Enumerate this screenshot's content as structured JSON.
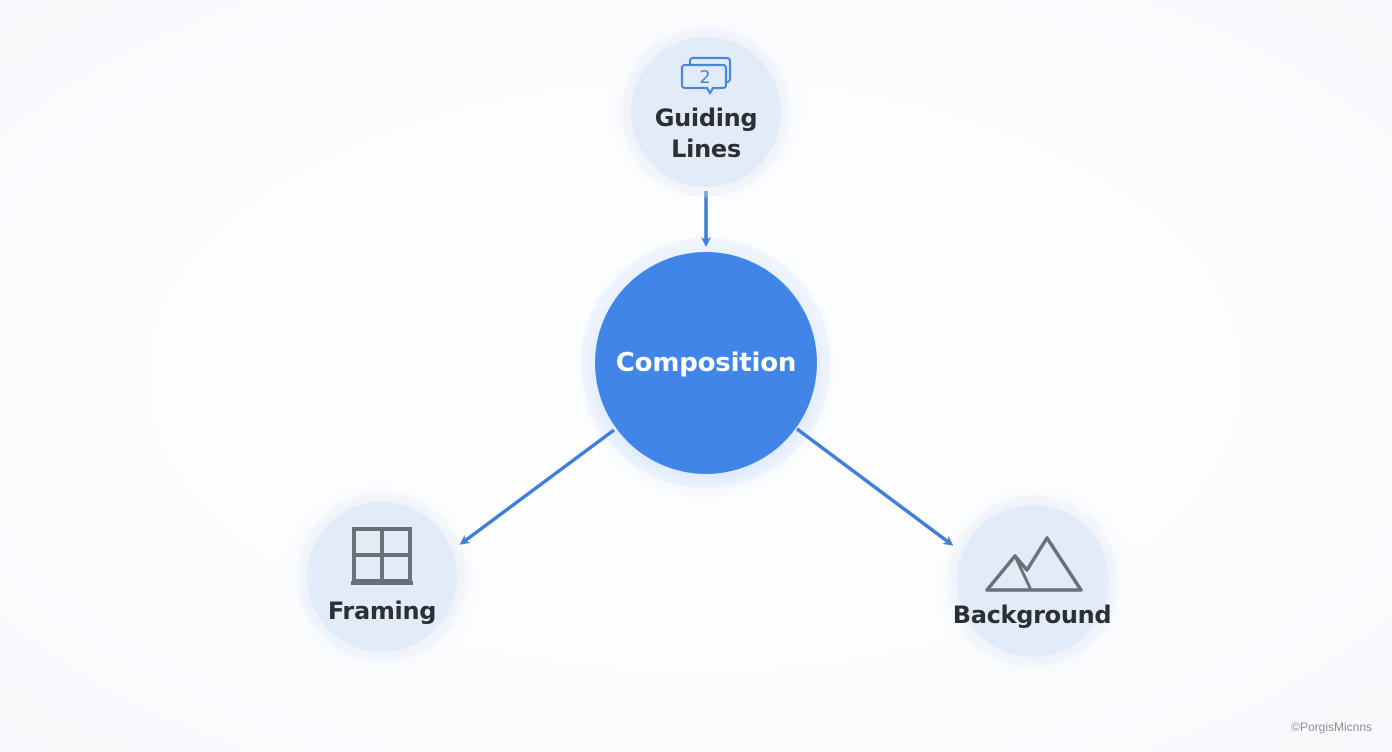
{
  "diagram": {
    "hub": {
      "label": "Composition",
      "color": "#4285e8"
    },
    "nodes": [
      {
        "id": "guiding-lines",
        "label": "Guiding\nLines",
        "icon": "chat-bubbles-icon",
        "icon_color": "#4a86d6"
      },
      {
        "id": "framing",
        "label": "Framing",
        "icon": "window-frame-icon",
        "icon_color": "#6b6f78"
      },
      {
        "id": "background",
        "label": "Background",
        "icon": "mountain-icon",
        "icon_color": "#6b6f78"
      }
    ],
    "edges": [
      {
        "from": "guiding-lines",
        "to": "composition"
      },
      {
        "from": "composition",
        "to": "framing"
      },
      {
        "from": "composition",
        "to": "background"
      }
    ],
    "node_fill": "#e2ecf8",
    "edge_color": "#3f7fd9"
  },
  "watermark": "©PorgisMicnns"
}
